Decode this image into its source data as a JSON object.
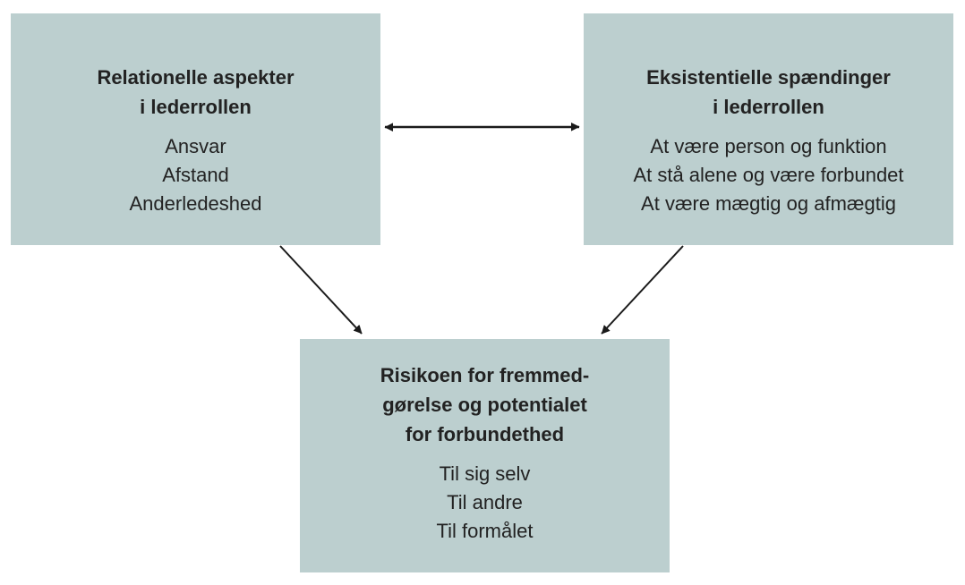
{
  "boxes": {
    "relational": {
      "title": [
        "Relationelle aspekter",
        "i lederrollen"
      ],
      "items": [
        "Ansvar",
        "Afstand",
        "Anderledeshed"
      ]
    },
    "existential": {
      "title": [
        "Eksistentielle spændinger",
        "i lederrollen"
      ],
      "items": [
        "At være person og funktion",
        "At stå alene og være forbundet",
        "At være mægtig og afmægtig"
      ]
    },
    "risk": {
      "title": [
        "Risikoen for fremmed-",
        "gørelse og potentialet",
        "for forbundethed"
      ],
      "items": [
        "Til sig selv",
        "Til andre",
        "Til formålet"
      ]
    }
  },
  "colors": {
    "box": "#bccfcf",
    "arrow": "#1a1a1a"
  }
}
